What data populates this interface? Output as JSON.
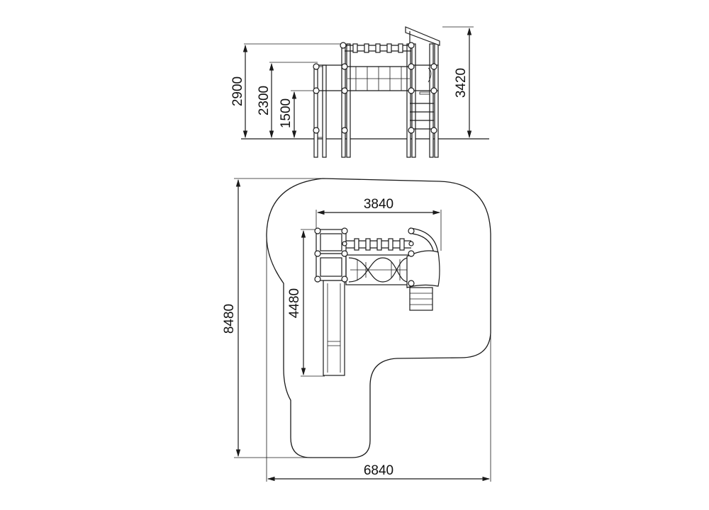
{
  "elevation_dimensions": {
    "height_total_left": "2900",
    "height_platform_high": "2300",
    "height_platform_low": "1500",
    "height_roof": "3420"
  },
  "plan_dimensions": {
    "frame_width": "3840",
    "frame_depth": "4480",
    "overall_depth": "8480",
    "overall_width": "6840"
  }
}
